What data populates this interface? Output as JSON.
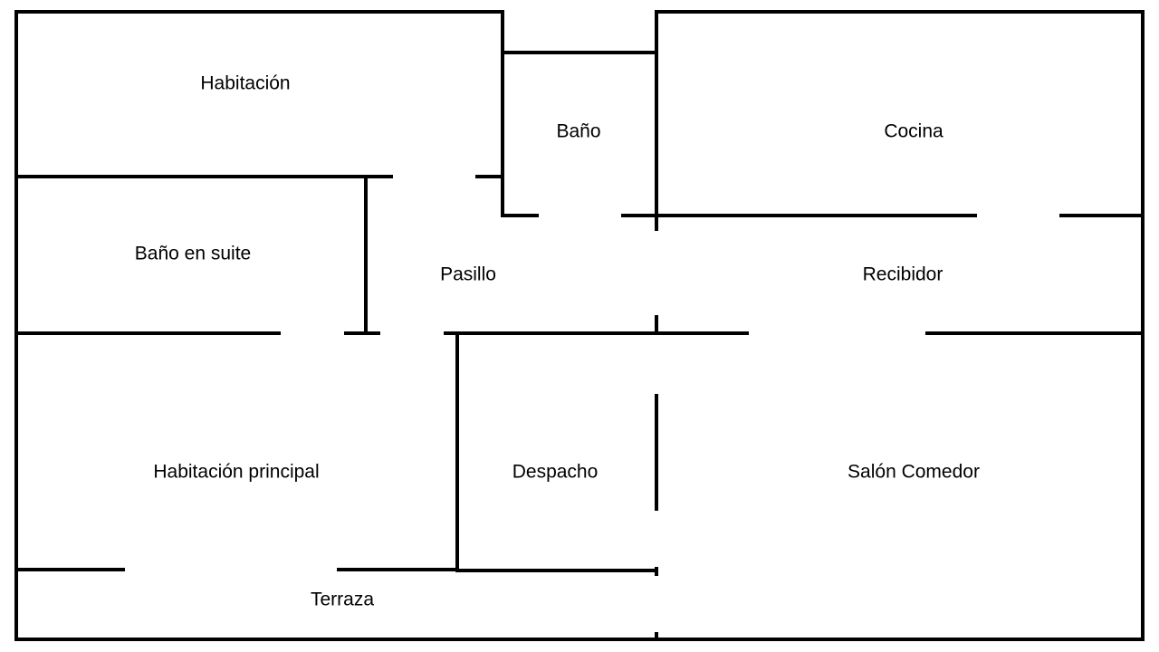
{
  "floor_plan": {
    "wall_color": "#000000",
    "background_color": "#ffffff",
    "rooms": {
      "habitacion": "Habitación",
      "bano": "Baño",
      "cocina": "Cocina",
      "bano_en_suite": "Baño en suite",
      "pasillo": "Pasillo",
      "recibidor": "Recibidor",
      "habitacion_principal": "Habitación principal",
      "despacho": "Despacho",
      "salon_comedor": "Salón Comedor",
      "terraza": "Terraza"
    }
  }
}
